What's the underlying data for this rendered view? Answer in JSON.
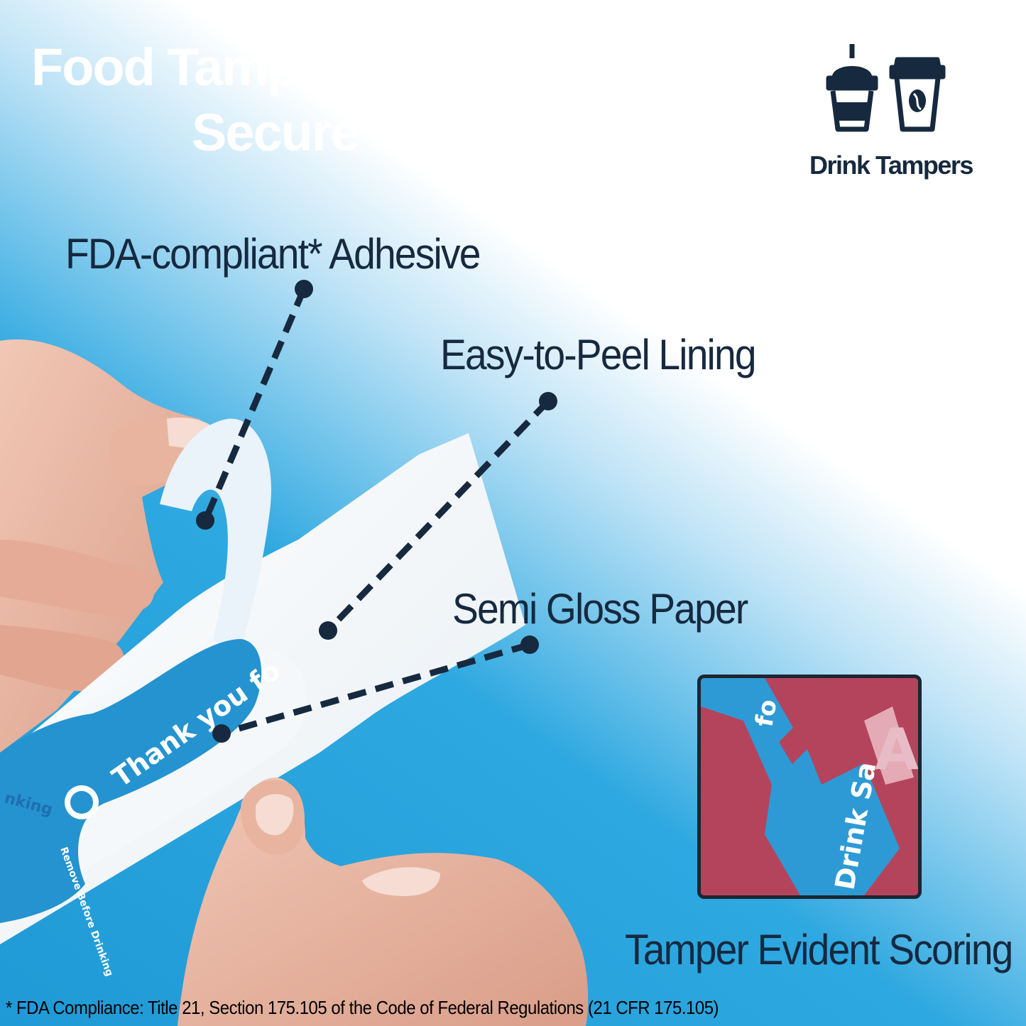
{
  "title_line1": "Food Tamper Labels",
  "title_line2": "Secure Meal Integrity",
  "drink_icons": {
    "label": "Drink Tampers",
    "icons": [
      "domed-cup-icon",
      "coffee-cup-icon"
    ]
  },
  "callouts": {
    "adhesive": "FDA-compliant* Adhesive",
    "lining": "Easy-to-Peel Lining",
    "paper": "Semi Gloss Paper",
    "scoring": "Tamper Evident Scoring"
  },
  "footnote": "* FDA Compliance: Title 21, Section 175.105 of the Code of Federal Regulations (21 CFR 175.105)",
  "label_sample": {
    "main_text": "Thank you fo",
    "side_text_1": "nking",
    "side_text_2": "Remove Before Drinking",
    "torn_text_1": "Drink Sa",
    "torn_text_2": "fo",
    "torn_text_3": "A"
  },
  "colors": {
    "brand_blue": "#1f9ad6",
    "dark_text": "#16293f",
    "white": "#ffffff"
  }
}
